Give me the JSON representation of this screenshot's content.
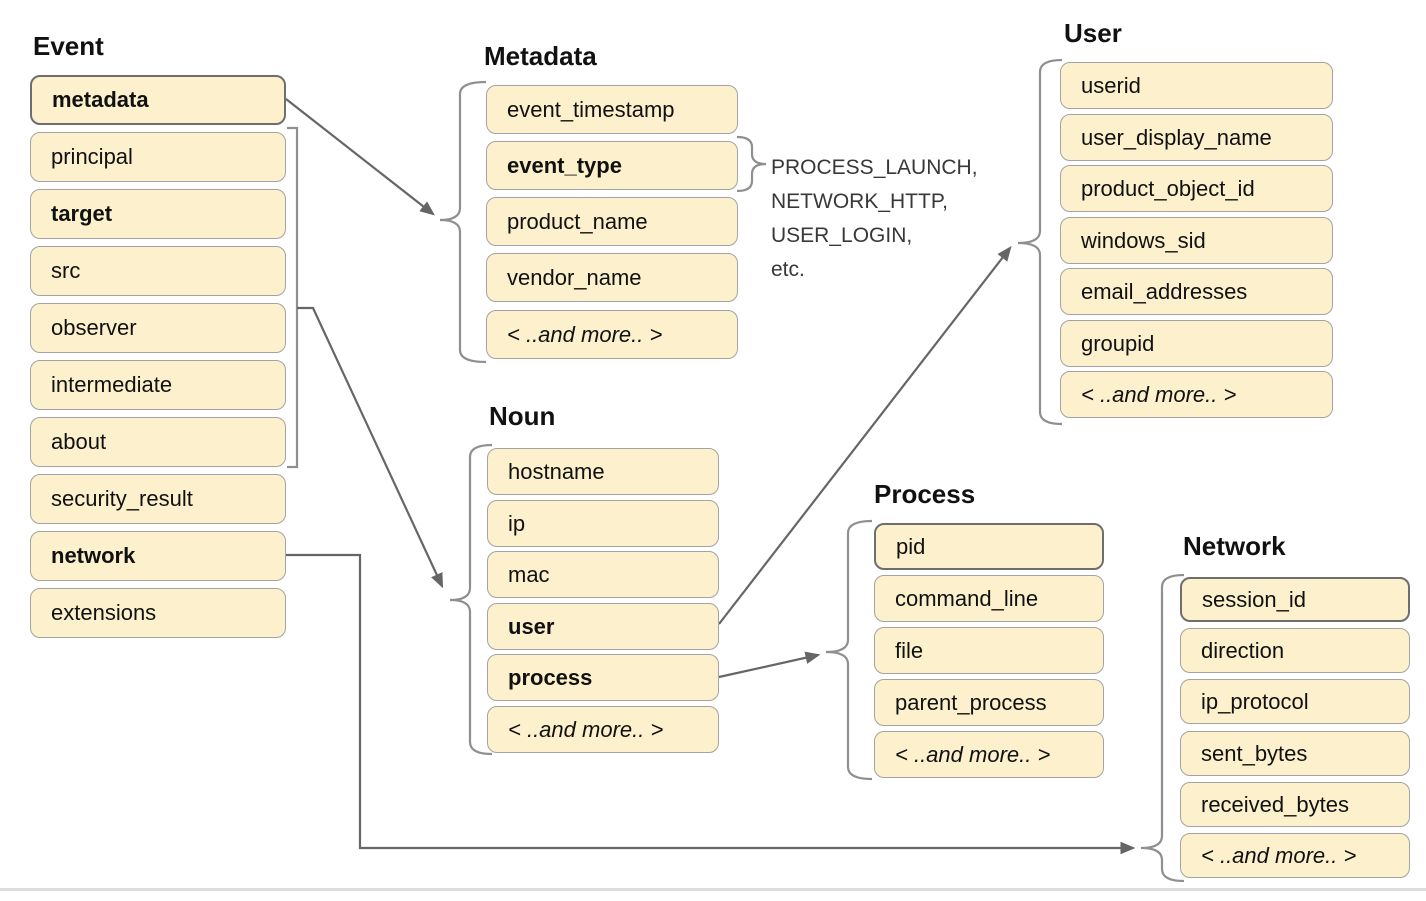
{
  "colors": {
    "box-fill": "#FCF1CC",
    "box-border": "#A3A3A3",
    "box-border-strong": "#6E6E6E",
    "connector": "#666666",
    "brace": "#8F8F8F",
    "text": "#111111",
    "note-text": "#37383A",
    "bottom-rule": "#DBDDE0"
  },
  "groups": {
    "event": {
      "title": "Event",
      "fields": [
        {
          "label": "metadata"
        },
        {
          "label": "principal"
        },
        {
          "label": "target"
        },
        {
          "label": "src"
        },
        {
          "label": "observer"
        },
        {
          "label": "intermediate"
        },
        {
          "label": "about"
        },
        {
          "label": "security_result"
        },
        {
          "label": "network"
        },
        {
          "label": "extensions"
        }
      ]
    },
    "metadata": {
      "title": "Metadata",
      "fields": [
        {
          "label": "event_timestamp"
        },
        {
          "label": "event_type"
        },
        {
          "label": "product_name"
        },
        {
          "label": "vendor_name"
        },
        {
          "label": "< ..and more.. >"
        }
      ]
    },
    "noun": {
      "title": "Noun",
      "fields": [
        {
          "label": "hostname"
        },
        {
          "label": "ip"
        },
        {
          "label": "mac"
        },
        {
          "label": "user"
        },
        {
          "label": "process"
        },
        {
          "label": "< ..and more.. >"
        }
      ]
    },
    "user": {
      "title": "User",
      "fields": [
        {
          "label": "userid"
        },
        {
          "label": "user_display_name"
        },
        {
          "label": "product_object_id"
        },
        {
          "label": "windows_sid"
        },
        {
          "label": "email_addresses"
        },
        {
          "label": "groupid"
        },
        {
          "label": "< ..and more.. >"
        }
      ]
    },
    "process": {
      "title": "Process",
      "fields": [
        {
          "label": "pid"
        },
        {
          "label": "command_line"
        },
        {
          "label": "file"
        },
        {
          "label": "parent_process"
        },
        {
          "label": "< ..and more.. >"
        }
      ]
    },
    "network": {
      "title": "Network",
      "fields": [
        {
          "label": "session_id"
        },
        {
          "label": "direction"
        },
        {
          "label": "ip_protocol"
        },
        {
          "label": "sent_bytes"
        },
        {
          "label": "received_bytes"
        },
        {
          "label": "< ..and more.. >"
        }
      ]
    }
  },
  "enum_note": {
    "lines": [
      "PROCESS_LAUNCH,",
      "NETWORK_HTTP,",
      "USER_LOGIN,",
      "etc."
    ]
  }
}
